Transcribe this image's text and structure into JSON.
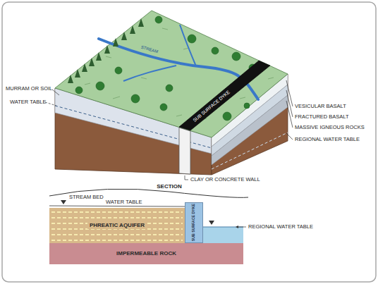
{
  "diagram": {
    "nodes": [
      {
        "text": [
          "PHREATIC AQUIFER"
        ]
      },
      {
        "text": [
          "SUB SURFACE DYKE"
        ]
      },
      {
        "text": [
          "IMPERMEABLE ROCK"
        ]
      }
    ],
    "labels": [
      "MURRAM OR SOIL",
      "WATER TABLE",
      "VESICULAR BASALT",
      "FRACTURED BASALT",
      "MASSIVE IGNEOUS ROCKS",
      "REGIONAL WATER TABLE",
      "CLAY OR CONCRETE WALL",
      "SUB SURFACE DYKE",
      "STREAM",
      "SECTION",
      "STREAM BED",
      "WATER TABLE",
      "REGIONAL WATER TABLE"
    ]
  }
}
